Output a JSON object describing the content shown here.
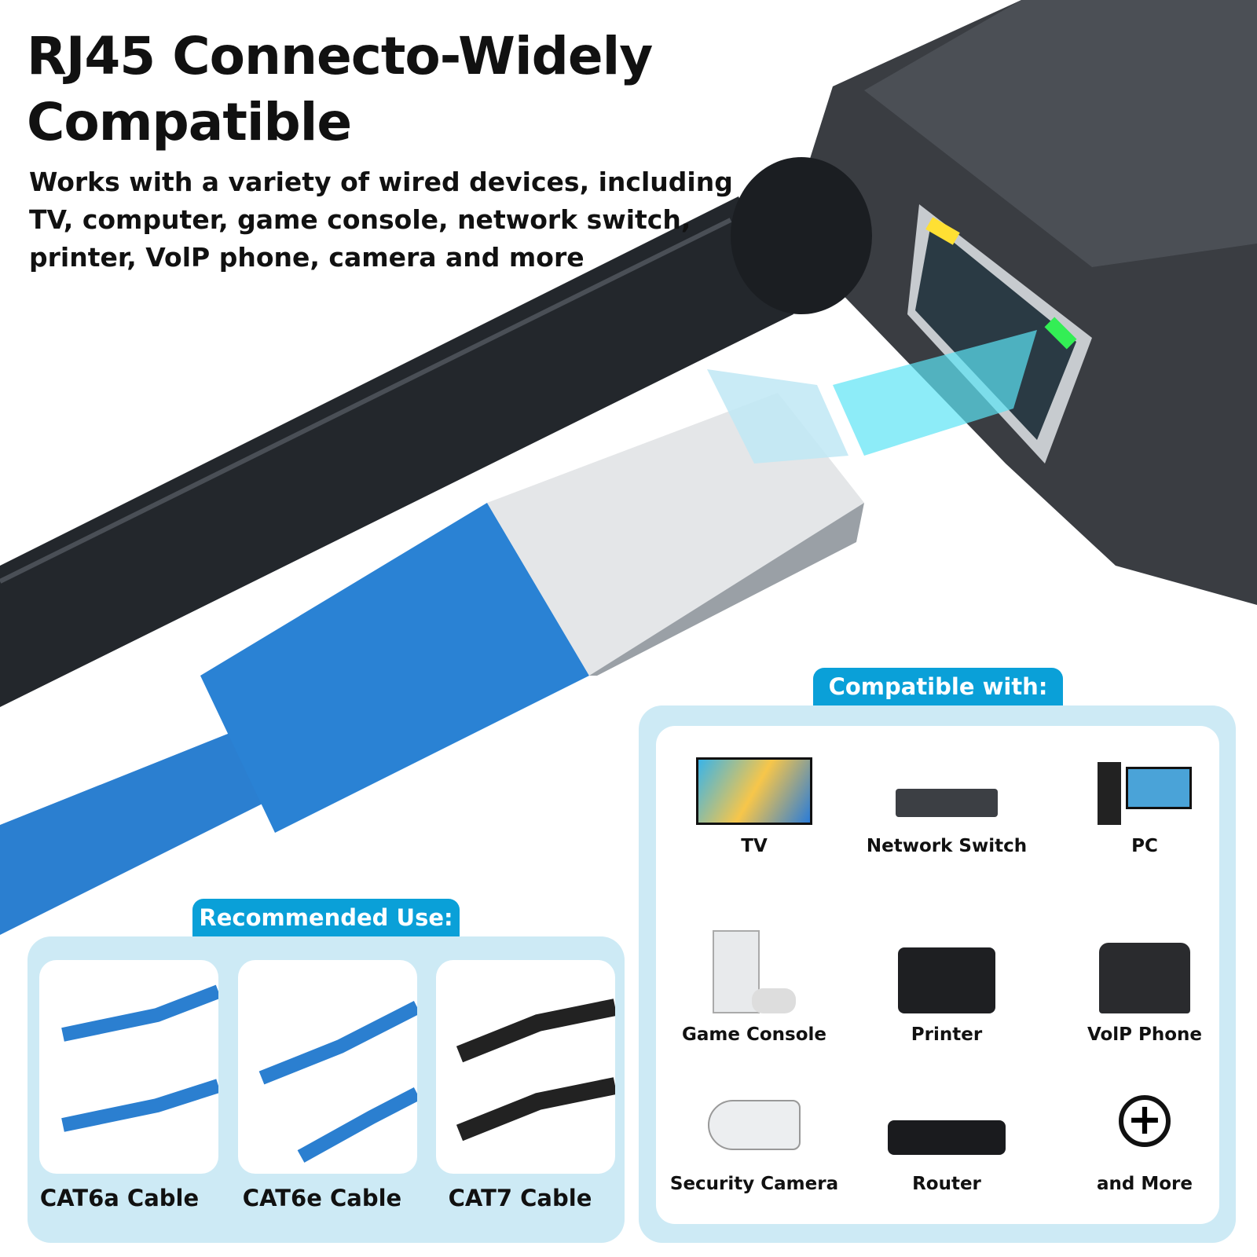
{
  "title": "RJ45 Connecto-Widely Compatible",
  "subtitle": "Works with a variety of wired devices, including TV, computer, game console, network switch, printer, VolP phone, camera and more",
  "compatible": {
    "header": "Compatible with:",
    "devices": [
      {
        "label": "TV",
        "icon": "tv-icon"
      },
      {
        "label": "Network Switch",
        "icon": "network-switch-icon"
      },
      {
        "label": "PC",
        "icon": "pc-icon"
      },
      {
        "label": "Game Console",
        "icon": "game-console-icon"
      },
      {
        "label": "Printer",
        "icon": "printer-icon"
      },
      {
        "label": "VolP Phone",
        "icon": "voip-phone-icon"
      },
      {
        "label": "Security Camera",
        "icon": "security-camera-icon"
      },
      {
        "label": "Router",
        "icon": "router-icon"
      },
      {
        "label": "and More",
        "icon": "plus-circle-icon"
      }
    ]
  },
  "recommended": {
    "header": "Recommended Use:",
    "cables": [
      {
        "label": "CAT6a Cable"
      },
      {
        "label": "CAT6e Cable"
      },
      {
        "label": "CAT7 Cable"
      }
    ]
  },
  "colors": {
    "accent": "#0aa0d8",
    "panel": "#cdeaf5",
    "cable_blue": "#2b7fd0",
    "adapter": "#3a3d42"
  }
}
